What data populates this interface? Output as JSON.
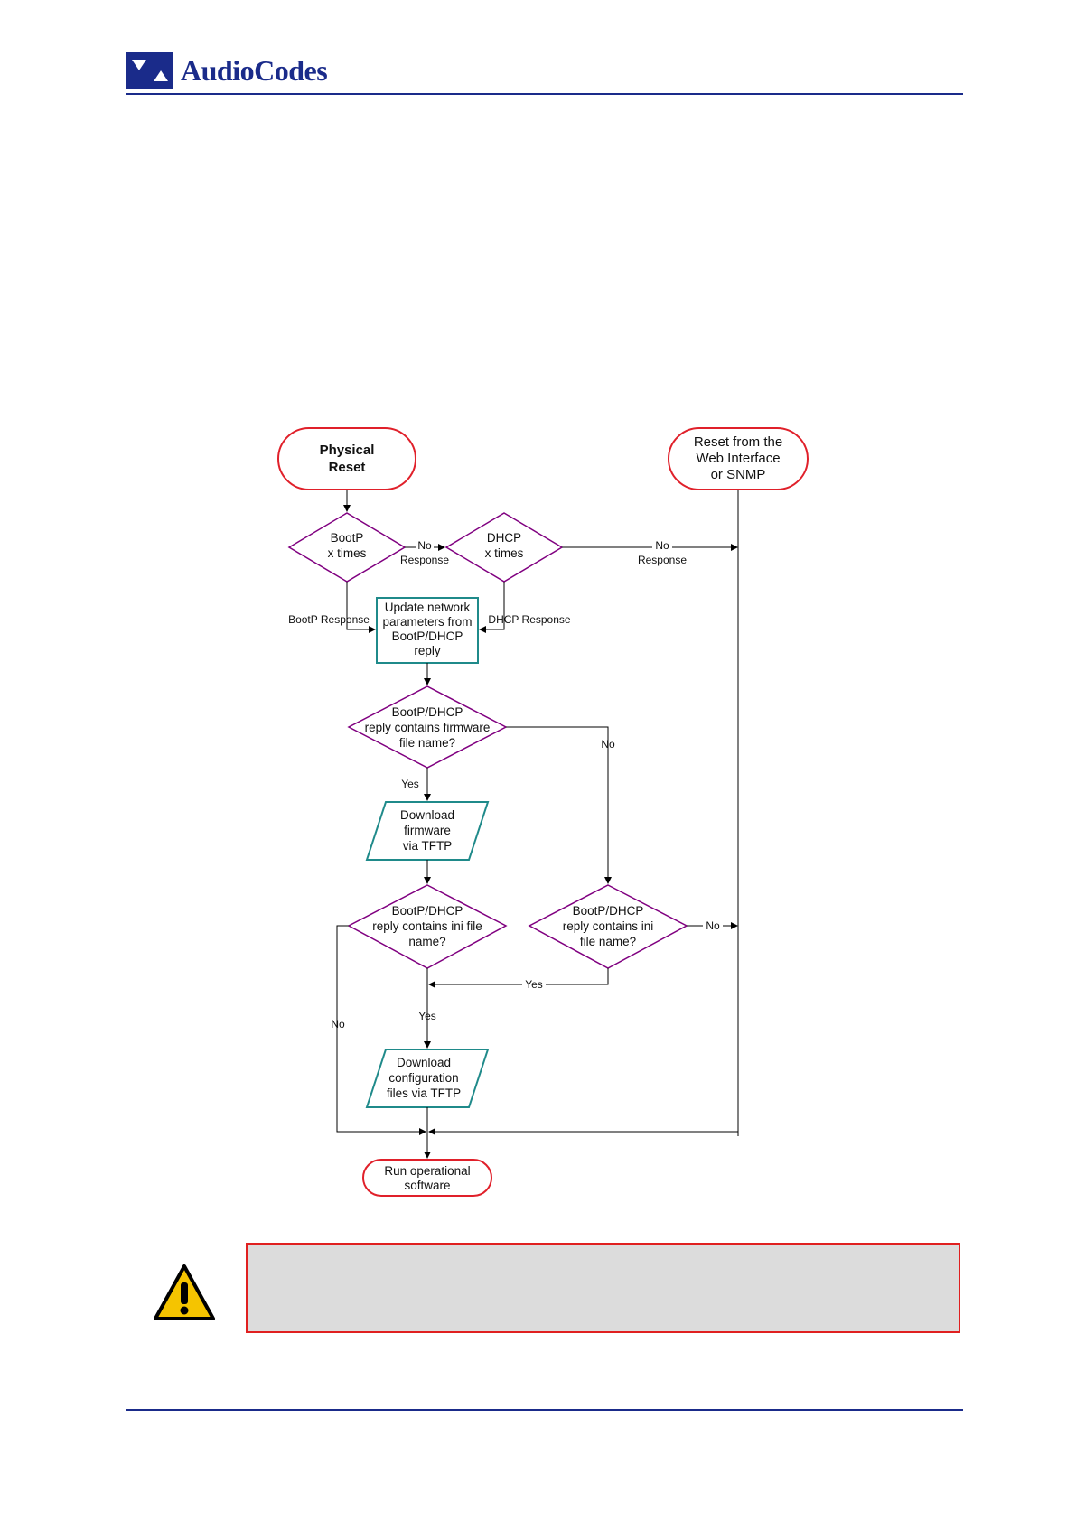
{
  "header": {
    "brand": "AudioCodes",
    "colors": {
      "brand_blue": "#1a2b8a",
      "terminal_border": "#e0202a",
      "decision_border": "#800080",
      "process_border": "#1f8a8a"
    }
  },
  "flowchart": {
    "start_physical": [
      "Physical",
      "Reset"
    ],
    "start_web": [
      "Reset from the",
      "Web Interface",
      "or SNMP"
    ],
    "bootp_decision": [
      "BootP",
      "x times"
    ],
    "dhcp_decision": [
      "DHCP",
      "x times"
    ],
    "update_params": [
      "Update network",
      "parameters from",
      "BootP/DHCP",
      "reply"
    ],
    "firmware_decision": [
      "BootP/DHCP",
      "reply contains firmware",
      "file name?"
    ],
    "download_firmware": [
      "Download",
      "firmware",
      "via TFTP"
    ],
    "ini_decision_left": [
      "BootP/DHCP",
      "reply contains ini file",
      "name?"
    ],
    "ini_decision_right": [
      "BootP/DHCP",
      "reply contains ini",
      "file name?"
    ],
    "download_config": [
      "Download",
      "configuration",
      "files via TFTP"
    ],
    "run_software": [
      "Run operational",
      "software"
    ],
    "labels": {
      "no": "No",
      "response": "Response",
      "bootp_response": "BootP Response",
      "dhcp_response": "DHCP Response",
      "yes": "Yes"
    }
  },
  "note": {
    "icon": "warning-icon"
  }
}
